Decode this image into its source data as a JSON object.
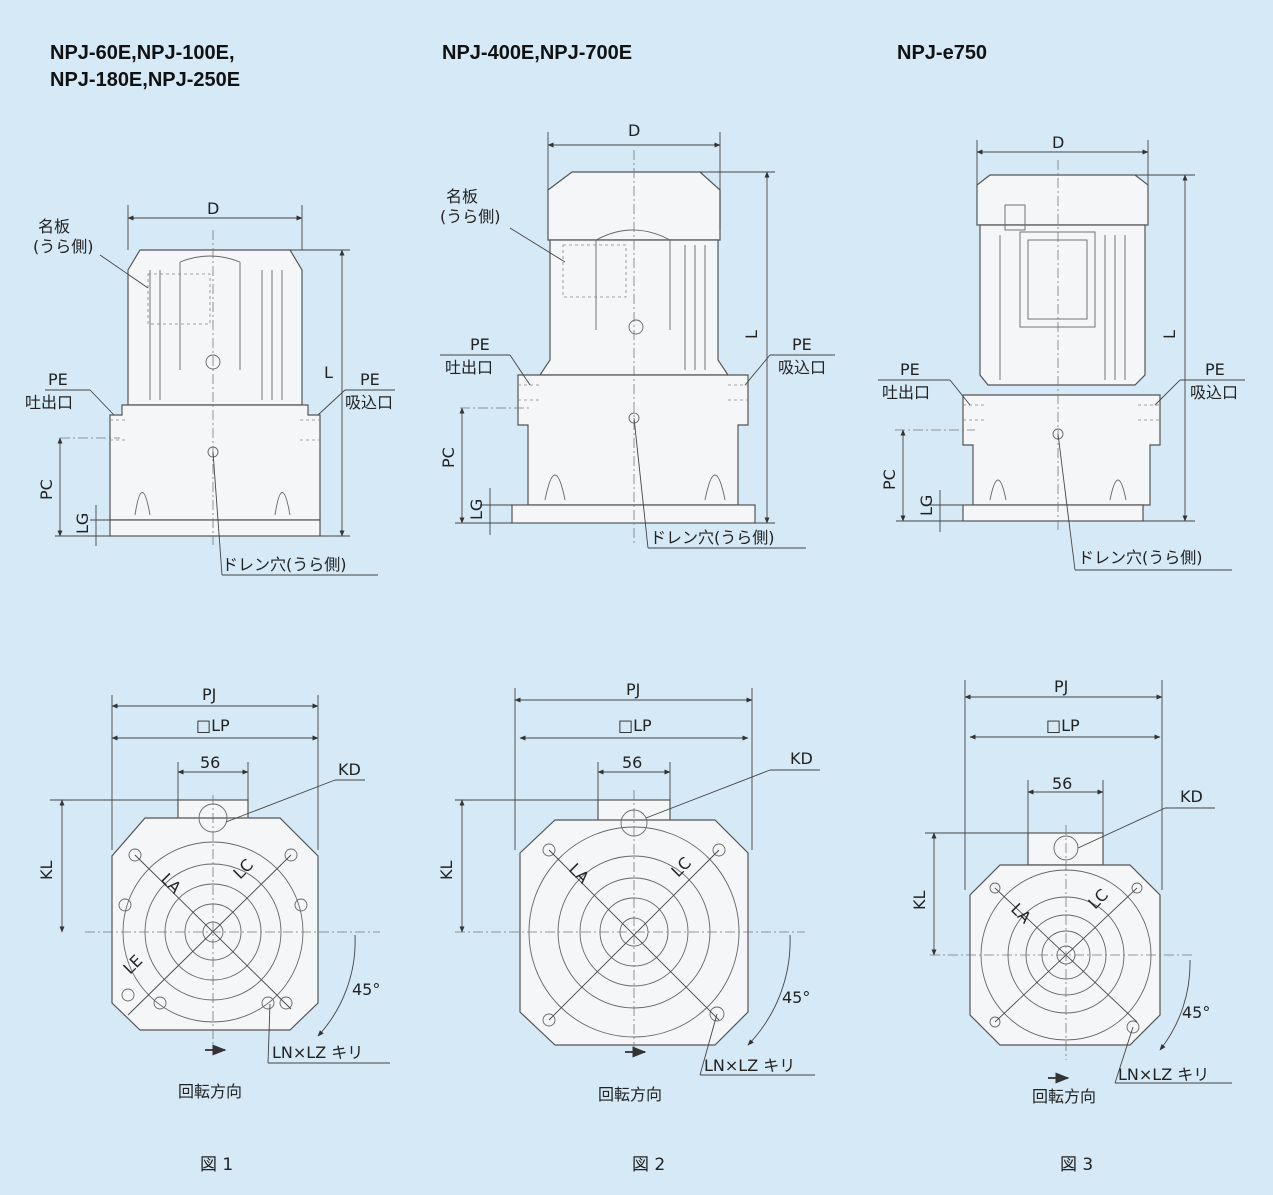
{
  "figures": [
    {
      "title_lines": [
        "NPJ-60E,NPJ-100E,",
        "NPJ-180E,NPJ-250E"
      ],
      "caption": "図 1",
      "labels": {
        "nameplate_1": "名板",
        "nameplate_2": "(うら側)",
        "dim_d": "D",
        "dim_l": "L",
        "pe_left": "PE",
        "discharge": "吐出口",
        "pe_right": "PE",
        "suction": "吸込口",
        "dim_pc": "PC",
        "dim_lg": "LG",
        "drain": "ドレン穴(うら側)",
        "dim_pj": "PJ",
        "dim_lp": "□LP",
        "dim_56": "56",
        "kd": "KD",
        "kl": "KL",
        "la": "LA",
        "lc": "LC",
        "le": "LE",
        "angle": "45°",
        "holes": "LN×LZ キリ",
        "rotation": "回転方向"
      }
    },
    {
      "title_lines": [
        "NPJ-400E,NPJ-700E"
      ],
      "caption": "図 2",
      "labels": {
        "nameplate_1": "名板",
        "nameplate_2": "(うら側)",
        "dim_d": "D",
        "dim_l": "L",
        "pe_left": "PE",
        "discharge": "吐出口",
        "pe_right": "PE",
        "suction": "吸込口",
        "dim_pc": "PC",
        "dim_lg": "LG",
        "drain": "ドレン穴(うら側)",
        "dim_pj": "PJ",
        "dim_lp": "□LP",
        "dim_56": "56",
        "kd": "KD",
        "kl": "KL",
        "la": "LA",
        "lc": "LC",
        "angle": "45°",
        "holes": "LN×LZ キリ",
        "rotation": "回転方向"
      }
    },
    {
      "title_lines": [
        "NPJ-e750"
      ],
      "caption": "図 3",
      "labels": {
        "dim_d": "D",
        "dim_l": "L",
        "pe_left": "PE",
        "discharge": "吐出口",
        "pe_right": "PE",
        "suction": "吸込口",
        "dim_pc": "PC",
        "dim_lg": "LG",
        "drain": "ドレン穴(うら側)",
        "dim_pj": "PJ",
        "dim_lp": "□LP",
        "dim_56": "56",
        "kd": "KD",
        "kl": "KL",
        "la": "LA",
        "lc": "LC",
        "angle": "45°",
        "holes": "LN×LZ キリ",
        "rotation": "回転方向"
      }
    }
  ],
  "colors": {
    "background": "#d5e9f6",
    "line": "#444444",
    "body": "#f4f6f7"
  }
}
